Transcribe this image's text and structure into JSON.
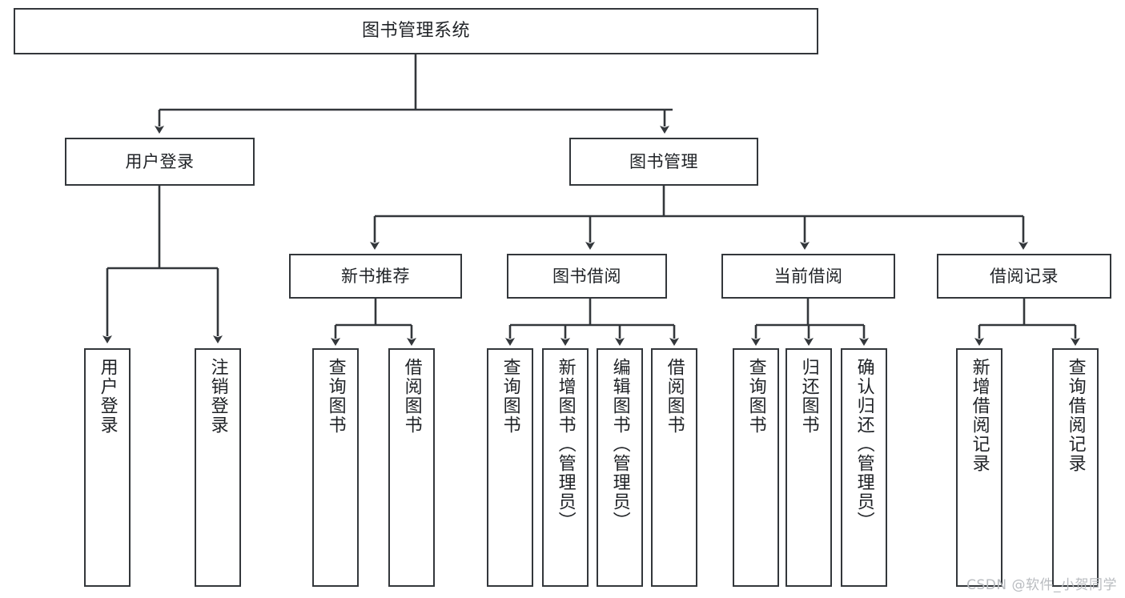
{
  "diagram": {
    "title": "图书管理系统",
    "watermark": "CSDN @软件_小贺同学",
    "colors": {
      "stroke": "#33373b",
      "fill": "#ffffff",
      "text": "#1f2226",
      "watermark": "#b9bcc0"
    },
    "nodes": {
      "root": {
        "label": "图书管理系统"
      },
      "level1": [
        {
          "id": "user-login",
          "label": "用户登录"
        },
        {
          "id": "book-manage",
          "label": "图书管理"
        }
      ],
      "level2": [
        {
          "id": "new-book-recommend",
          "label": "新书推荐"
        },
        {
          "id": "book-borrow",
          "label": "图书借阅"
        },
        {
          "id": "current-borrow",
          "label": "当前借阅"
        },
        {
          "id": "borrow-record",
          "label": "借阅记录"
        }
      ],
      "leaves": {
        "user-login": [
          {
            "id": "leaf-user-login",
            "label": "用户登录"
          },
          {
            "id": "leaf-logout-login",
            "label": "注销登录"
          }
        ],
        "new-book-recommend": [
          {
            "id": "leaf-query-book-1",
            "label": "查询图书"
          },
          {
            "id": "leaf-borrow-book-1",
            "label": "借阅图书"
          }
        ],
        "book-borrow": [
          {
            "id": "leaf-query-book-2",
            "label": "查询图书"
          },
          {
            "id": "leaf-add-book",
            "label": "新增图书（管理员）"
          },
          {
            "id": "leaf-edit-book",
            "label": "编辑图书（管理员）"
          },
          {
            "id": "leaf-borrow-book-2",
            "label": "借阅图书"
          }
        ],
        "current-borrow": [
          {
            "id": "leaf-query-book-3",
            "label": "查询图书"
          },
          {
            "id": "leaf-return-book",
            "label": "归还图书"
          },
          {
            "id": "leaf-confirm-return",
            "label": "确认归还（管理员）"
          }
        ],
        "borrow-record": [
          {
            "id": "leaf-add-record",
            "label": "新增借阅记录"
          },
          {
            "id": "leaf-query-record",
            "label": "查询借阅记录"
          }
        ]
      }
    }
  }
}
